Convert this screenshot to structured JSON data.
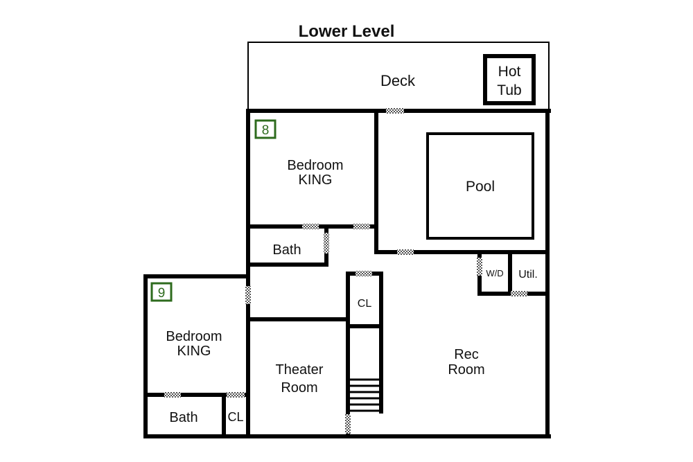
{
  "title": "Lower Level",
  "colors": {
    "wall": "#000000",
    "badge": "#2e6b1e",
    "background": "#ffffff"
  },
  "rooms": {
    "deck": "Deck",
    "hot_tub": [
      "Hot",
      "Tub"
    ],
    "bedroom8": [
      "Bedroom",
      "KING"
    ],
    "pool": "Pool",
    "bath_upper": "Bath",
    "wd": "W/D",
    "util": "Util.",
    "cl_mid": "CL",
    "bedroom9": [
      "Bedroom",
      "KING"
    ],
    "rec": [
      "Rec",
      "Room"
    ],
    "theater": [
      "Theater",
      "Room"
    ],
    "bath_lower": "Bath",
    "cl_lower": "CL"
  },
  "badges": {
    "bedroom8": "8",
    "bedroom9": "9"
  }
}
